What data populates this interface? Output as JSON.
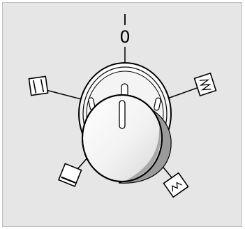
{
  "panel": {
    "background": "#e6e6e6",
    "border_color": "#bdbdbd"
  },
  "dial": {
    "off_label": "0",
    "rim_color": "#ffffff",
    "shadow_color": "#9a9a9a"
  },
  "positions": [
    {
      "id": "top",
      "icon": "off-mark"
    },
    {
      "id": "upper-left",
      "icon": "two-vertical-bars-symbol"
    },
    {
      "id": "upper-right",
      "icon": "zigzag-heater-symbol"
    },
    {
      "id": "lower-left",
      "icon": "bottom-bar-symbol"
    },
    {
      "id": "lower-right",
      "icon": "small-zigzag-symbol"
    }
  ]
}
